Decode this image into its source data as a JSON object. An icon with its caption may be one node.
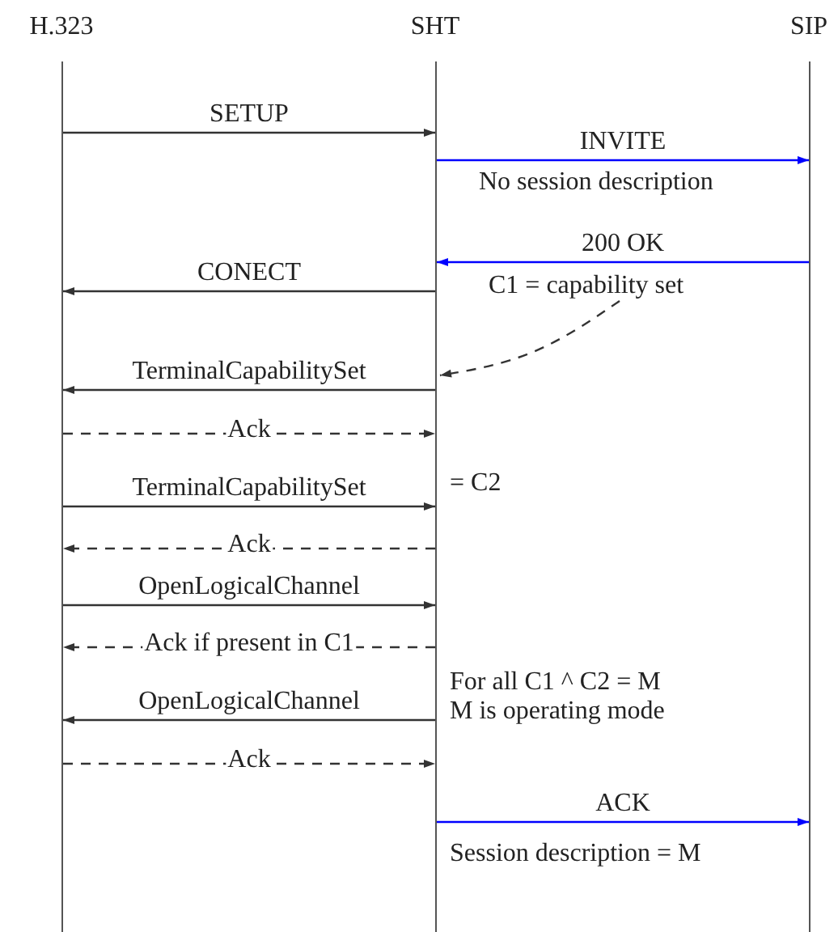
{
  "diagram": {
    "nodes": [
      {
        "text": [
          "H.323"
        ]
      },
      {
        "text": [
          "SHT"
        ]
      },
      {
        "text": [
          "SIP"
        ]
      },
      {
        "text": [
          "C1 = capability set"
        ]
      }
    ],
    "edges": [
      {
        "from": 0,
        "to": 1,
        "arrow": "to",
        "label": "SETUP"
      },
      {
        "from": 1,
        "to": 2,
        "arrow": "to",
        "label": "INVITE",
        "color": "#0000ff"
      },
      {
        "from": 2,
        "to": 1,
        "arrow": "to",
        "label": "200 OK",
        "color": "#0000ff"
      },
      {
        "from": 1,
        "to": 0,
        "arrow": "to",
        "label": "CONECT"
      },
      {
        "from": 3,
        "to": 1,
        "arrow": "to",
        "style": "dashed"
      },
      {
        "from": 1,
        "to": 0,
        "arrow": "to",
        "label": "TerminalCapabilitySet"
      },
      {
        "from": 0,
        "to": 1,
        "arrow": "to",
        "label": "Ack",
        "style": "dashed"
      },
      {
        "from": 0,
        "to": 1,
        "arrow": "to",
        "label": "TerminalCapabilitySet"
      },
      {
        "from": 1,
        "to": 0,
        "arrow": "to",
        "label": "Ack",
        "style": "dashed"
      },
      {
        "from": 0,
        "to": 1,
        "arrow": "to",
        "label": "OpenLogicalChannel"
      },
      {
        "from": 1,
        "to": 0,
        "arrow": "to",
        "label": "Ack if present in C1",
        "style": "dashed"
      },
      {
        "from": 1,
        "to": 0,
        "arrow": "to",
        "label": "OpenLogicalChannel"
      },
      {
        "from": 0,
        "to": 1,
        "arrow": "to",
        "label": "Ack",
        "style": "dashed"
      },
      {
        "from": 1,
        "to": 2,
        "arrow": "to",
        "label": "ACK",
        "color": "#0000ff"
      }
    ],
    "labels": [
      "No session description",
      "= C2",
      "For all C1 ^ C2 = M",
      "M is operating mode",
      "Session description = M"
    ]
  }
}
